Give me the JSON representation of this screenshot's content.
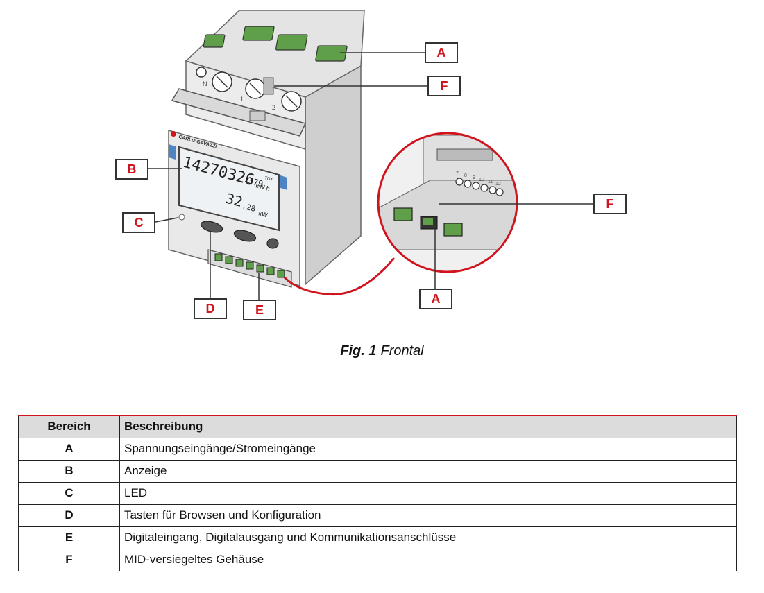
{
  "figure": {
    "display": {
      "brand": "CARLO GAVAZZI",
      "energy_main": "14270326",
      "energy_decimal": ".379",
      "energy_tag": "TOT",
      "energy_unit": "kW h",
      "power_main": "32",
      "power_decimal": ".28",
      "power_unit": "kW"
    },
    "terminal_labels": [
      "N",
      "1",
      "2"
    ],
    "zoom_terminal_numbers": [
      "7",
      "8",
      "9",
      "10",
      "11",
      "12"
    ],
    "callouts": {
      "a_top": "A",
      "f_top": "F",
      "b": "B",
      "c": "C",
      "d": "D",
      "e": "E",
      "f_zoom": "F",
      "a_zoom": "A"
    },
    "colors": {
      "accent": "#d0141e",
      "housing": "#e6e6e6",
      "terminal_green": "#5f9f4a",
      "display_blue": "#4f84c4"
    }
  },
  "caption": {
    "label": "Fig. 1",
    "text": "Frontal"
  },
  "table": {
    "headers": [
      "Bereich",
      "Beschreibung"
    ],
    "rows": [
      {
        "area": "A",
        "desc": "Spannungseingänge/Stromeingänge"
      },
      {
        "area": "B",
        "desc": "Anzeige"
      },
      {
        "area": "C",
        "desc": "LED"
      },
      {
        "area": "D",
        "desc": "Tasten für Browsen und Konfiguration"
      },
      {
        "area": "E",
        "desc": "Digitaleingang, Digitalausgang und Kommunikationsanschlüsse"
      },
      {
        "area": "F",
        "desc": "MID-versiegeltes Gehäuse"
      }
    ]
  }
}
